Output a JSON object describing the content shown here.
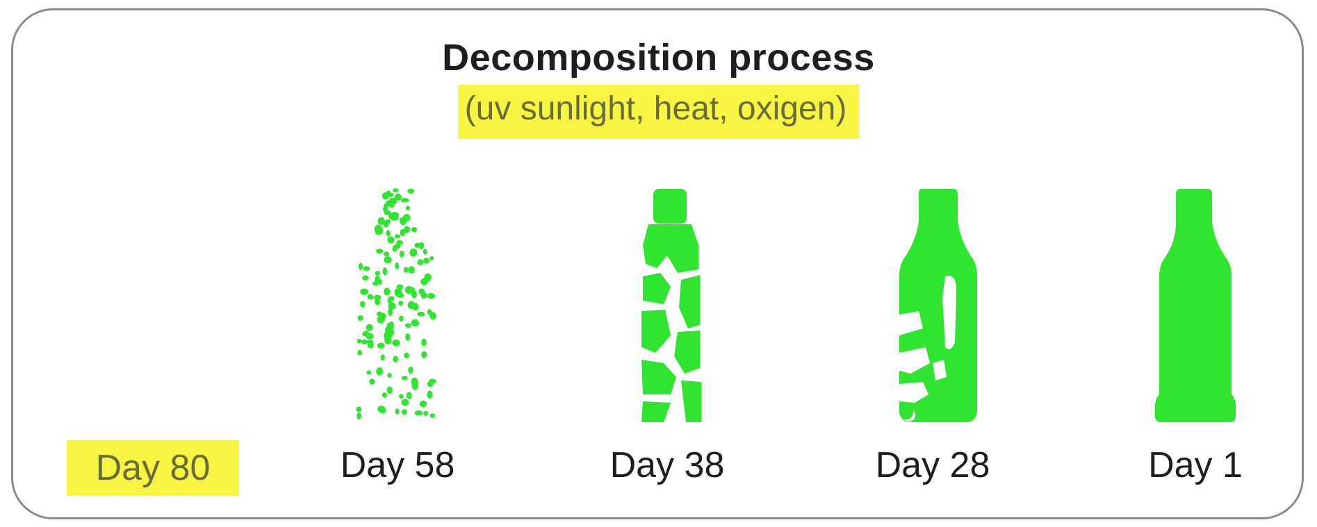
{
  "title": "Decomposition process",
  "subtitle": "(uv sunlight, heat, oxigen)",
  "stages": [
    {
      "label": "Day 80",
      "highlighted": true
    },
    {
      "label": "Day 58"
    },
    {
      "label": "Day 38"
    },
    {
      "label": "Day 28"
    },
    {
      "label": "Day 1"
    }
  ],
  "colors": {
    "bottle": "#2fe52f",
    "highlight": "#f7f542"
  }
}
